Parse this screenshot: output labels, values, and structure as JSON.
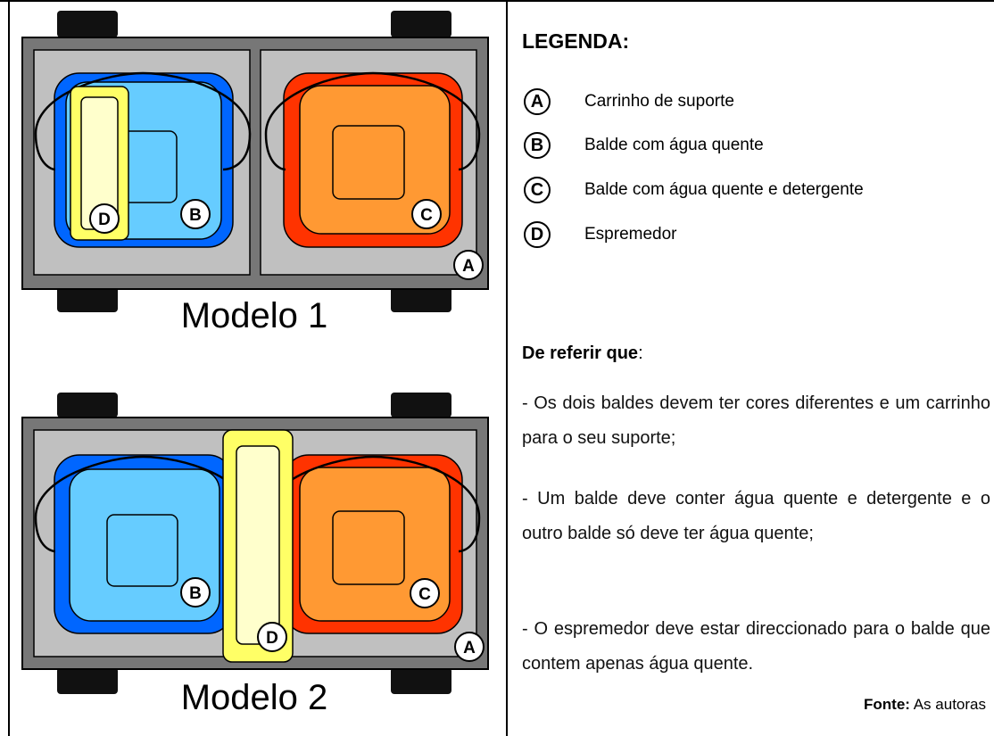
{
  "diagram": {
    "models": [
      {
        "caption": "Modelo 1"
      },
      {
        "caption": "Modelo 2"
      }
    ],
    "labels": {
      "A": "A",
      "B": "B",
      "C": "C",
      "D": "D"
    },
    "colors": {
      "cart_outer": "#777777",
      "cart_inner": "#c0c0c0",
      "wheel": "#111111",
      "bucket_b_outer": "#0066ff",
      "bucket_b_inner": "#66ccff",
      "bucket_c_outer": "#ff3300",
      "bucket_c_inner": "#ff9933",
      "squeezer_outer": "#ffff66",
      "squeezer_inner": "#ffffcc"
    }
  },
  "legend": {
    "title": "LEGENDA:",
    "items": [
      {
        "key": "A",
        "label": "Carrinho de suporte"
      },
      {
        "key": "B",
        "label": "Balde com água quente"
      },
      {
        "key": "C",
        "label": "Balde com água quente e detergente"
      },
      {
        "key": "D",
        "label": "Espremedor"
      }
    ],
    "note_title_bold": "De referir que",
    "note_title_suffix": ":",
    "notes": [
      "- Os dois baldes devem ter cores diferentes e um carrinho para o seu suporte;",
      "- Um balde deve conter água quente e detergente e o outro balde só deve ter água quente;",
      "- O espremedor deve estar direccionado para o balde que contem apenas água quente."
    ],
    "source_bold": "Fonte:",
    "source_text": " As autoras"
  }
}
